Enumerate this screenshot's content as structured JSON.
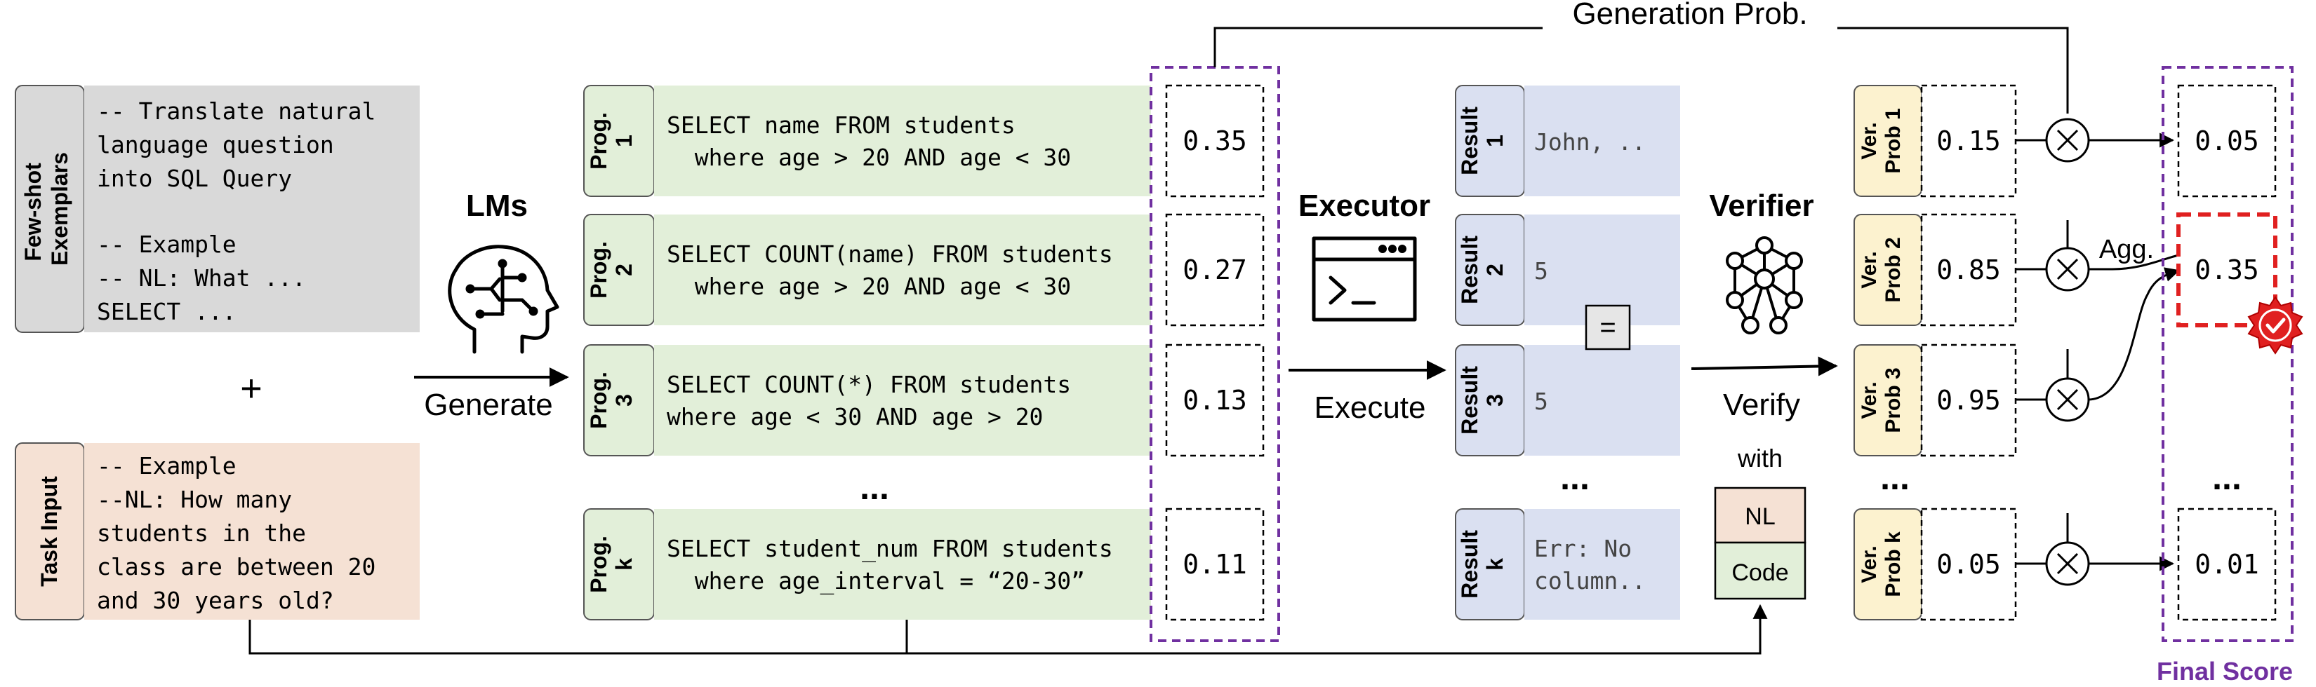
{
  "few_shot": {
    "label_line1": "Few-shot",
    "label_line2": "Exemplars",
    "lines": [
      "-- Translate natural",
      "language question",
      "into SQL Query",
      "",
      "-- Example",
      "-- NL: What ...",
      "SELECT ..."
    ]
  },
  "plus": "+",
  "task_input": {
    "label": "Task Input",
    "lines": [
      "-- Example",
      "--NL: How many",
      "students in the",
      "class are between 20",
      "and 30 years old?"
    ]
  },
  "lms": {
    "title": "LMs",
    "action": "Generate",
    "icon": "brain-head-icon"
  },
  "programs": [
    {
      "tag_line1": "Prog.",
      "tag_line2": "1",
      "code": [
        "SELECT name FROM students",
        "  where age > 20 AND age < 30"
      ],
      "prob": "0.35"
    },
    {
      "tag_line1": "Prog.",
      "tag_line2": "2",
      "code": [
        "SELECT COUNT(name) FROM students",
        "  where age > 20 AND age < 30"
      ],
      "prob": "0.27"
    },
    {
      "tag_line1": "Prog.",
      "tag_line2": "3",
      "code": [
        "SELECT COUNT(*) FROM students",
        "where age < 30 AND age > 20"
      ],
      "prob": "0.13"
    },
    {
      "tag_line1": "Prog.",
      "tag_line2": "k",
      "code": [
        "SELECT student_num FROM students",
        "  where age_interval = “20-30”"
      ],
      "prob": "0.11"
    }
  ],
  "ellipsis": "...",
  "generation_prob": "Generation Prob.",
  "executor": {
    "title": "Executor",
    "action": "Execute",
    "icon": "terminal-window-icon"
  },
  "results": [
    {
      "tag_line1": "Result",
      "tag_line2": "1",
      "lines": [
        "John, .."
      ]
    },
    {
      "tag_line1": "Result",
      "tag_line2": "2",
      "lines": [
        "5"
      ]
    },
    {
      "tag_line1": "Result",
      "tag_line2": "3",
      "lines": [
        "5"
      ]
    },
    {
      "tag_line1": "Result",
      "tag_line2": "k",
      "lines": [
        "Err: No",
        "column.."
      ]
    }
  ],
  "equals": "=",
  "verifier": {
    "title": "Verifier",
    "action": "Verify",
    "with": "with",
    "nl": "NL",
    "code": "Code",
    "icon": "neural-network-icon"
  },
  "verifications": [
    {
      "tag_line1": "Ver.",
      "tag_line2": "Prob 1",
      "prob": "0.15",
      "score": "0.05"
    },
    {
      "tag_line1": "Ver.",
      "tag_line2": "Prob 2",
      "prob": "0.85",
      "score": "0.35"
    },
    {
      "tag_line1": "Ver.",
      "tag_line2": "Prob 3",
      "prob": "0.95",
      "score": ""
    },
    {
      "tag_line1": "Ver.",
      "tag_line2": "Prob k",
      "prob": "0.05",
      "score": "0.01"
    }
  ],
  "agg": "Agg.",
  "final_score": "Final Score",
  "colors": {
    "gray": "#d9d9d9",
    "peach": "#f5e1d4",
    "green": "#e2efd9",
    "blue": "#dae0f1",
    "yellow": "#fcf2cf",
    "purple": "#7030a0",
    "red": "#e02020"
  }
}
